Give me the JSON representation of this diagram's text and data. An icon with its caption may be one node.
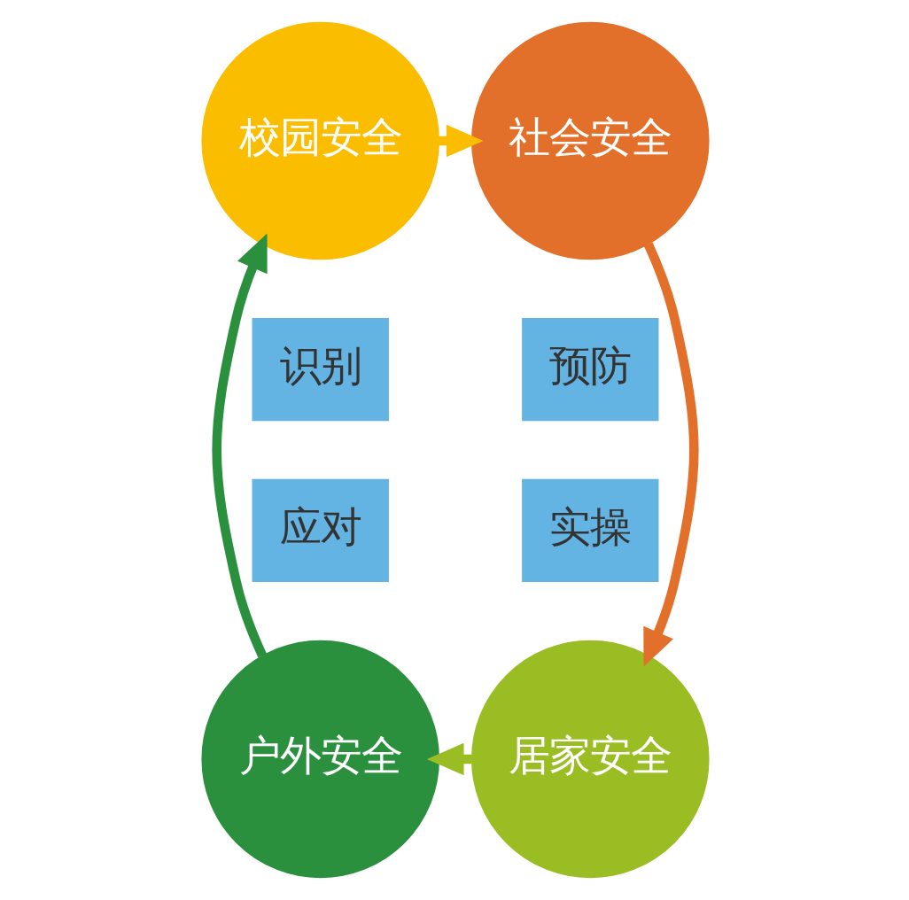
{
  "diagram": {
    "nodes": [
      {
        "text": [
          "校园安全"
        ]
      },
      {
        "text": [
          "社会安全"
        ]
      },
      {
        "text": [
          "识别"
        ]
      },
      {
        "text": [
          "预防"
        ]
      },
      {
        "text": [
          "应对"
        ]
      },
      {
        "text": [
          "实操"
        ]
      },
      {
        "text": [
          "户外安全"
        ]
      },
      {
        "text": [
          "居家安全"
        ]
      }
    ],
    "edges": [
      {
        "from": 0,
        "to": 1,
        "arrow": "to",
        "color": "#fbbd00"
      },
      {
        "from": 1,
        "to": 7,
        "arrow": "to",
        "color": "#e3702a"
      },
      {
        "from": 7,
        "to": 6,
        "arrow": "to",
        "color": "#9bbd24"
      },
      {
        "from": 6,
        "to": 0,
        "arrow": "to",
        "color": "#2a903d"
      }
    ]
  }
}
